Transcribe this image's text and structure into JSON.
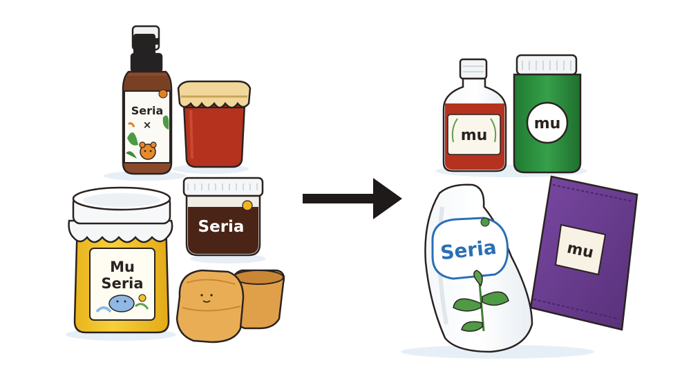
{
  "left_group": {
    "spray_bottle": {
      "line1": "Seria",
      "line2": "×"
    },
    "jar_small_brown": {
      "label": "Seria"
    },
    "jar_large_yellow": {
      "line1": "Mu",
      "line2": "Seria"
    }
  },
  "right_group": {
    "small_bottle_red": {
      "label": "mu"
    },
    "green_jar": {
      "label": "mu"
    },
    "white_pouch": {
      "label": "Seria"
    },
    "purple_sachet": {
      "label": "mu"
    }
  },
  "colors": {
    "outline": "#2a2220",
    "amber": "#8a4a2a",
    "red_jar": "#b5321f",
    "yellow_jar": "#f2c22a",
    "dark_chocolate": "#4a2416",
    "green": "#2e8b3e",
    "purple": "#6a3a90",
    "blue_text": "#2a6fb5",
    "arrow": "#1d1a19"
  }
}
